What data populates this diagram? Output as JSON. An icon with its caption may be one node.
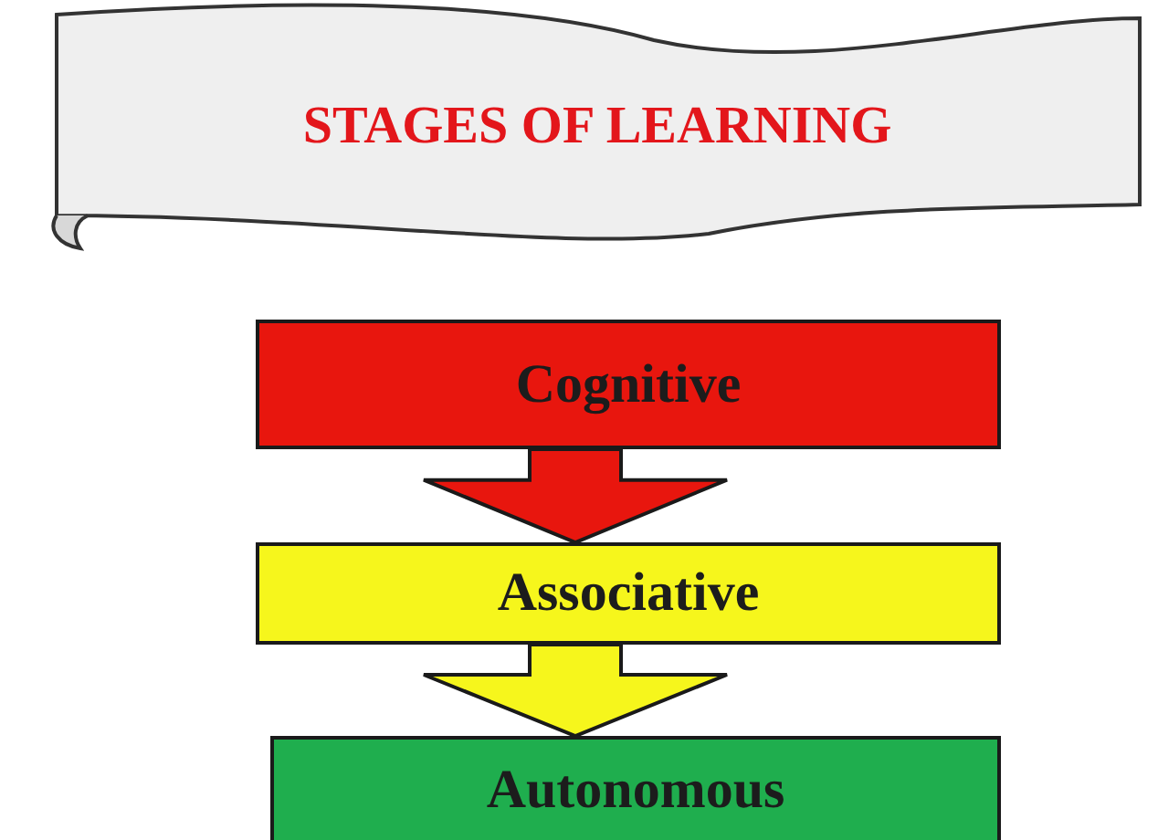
{
  "diagram": {
    "nodes": [
      {
        "text": [
          "STAGES OF LEARNING"
        ]
      },
      {
        "text": [
          "Cognitive"
        ]
      },
      {
        "text": [
          "Associative"
        ]
      },
      {
        "text": [
          "Autonomous"
        ]
      }
    ],
    "edges": [
      {
        "from": 1,
        "to": 2,
        "arrow": "to"
      },
      {
        "from": 2,
        "to": 3,
        "arrow": "to"
      }
    ]
  }
}
